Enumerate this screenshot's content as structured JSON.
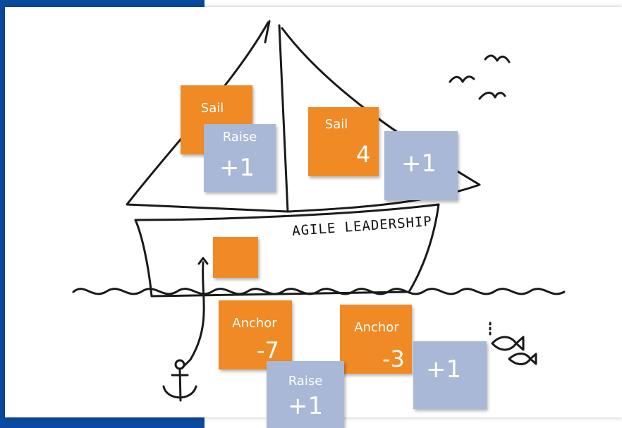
{
  "boat": {
    "caption": "AGILE LEADERSHIP"
  },
  "notes": {
    "sail1": {
      "label": "Sail"
    },
    "raise1": {
      "label": "Raise",
      "value": "+1"
    },
    "sail2": {
      "label": "Sail",
      "value": "4"
    },
    "plus1": {
      "value": "+1"
    },
    "anchor1": {
      "label": "Anchor",
      "value": "-7"
    },
    "anchor2": {
      "label": "Anchor",
      "value": "-3"
    },
    "raise2": {
      "label": "Raise",
      "value": "+1"
    },
    "plus2": {
      "value": "+1"
    }
  },
  "colors": {
    "sticky_orange": "#f08a25",
    "sticky_blue": "#a9b8d6",
    "frame_blue": "#0a4aa0"
  }
}
